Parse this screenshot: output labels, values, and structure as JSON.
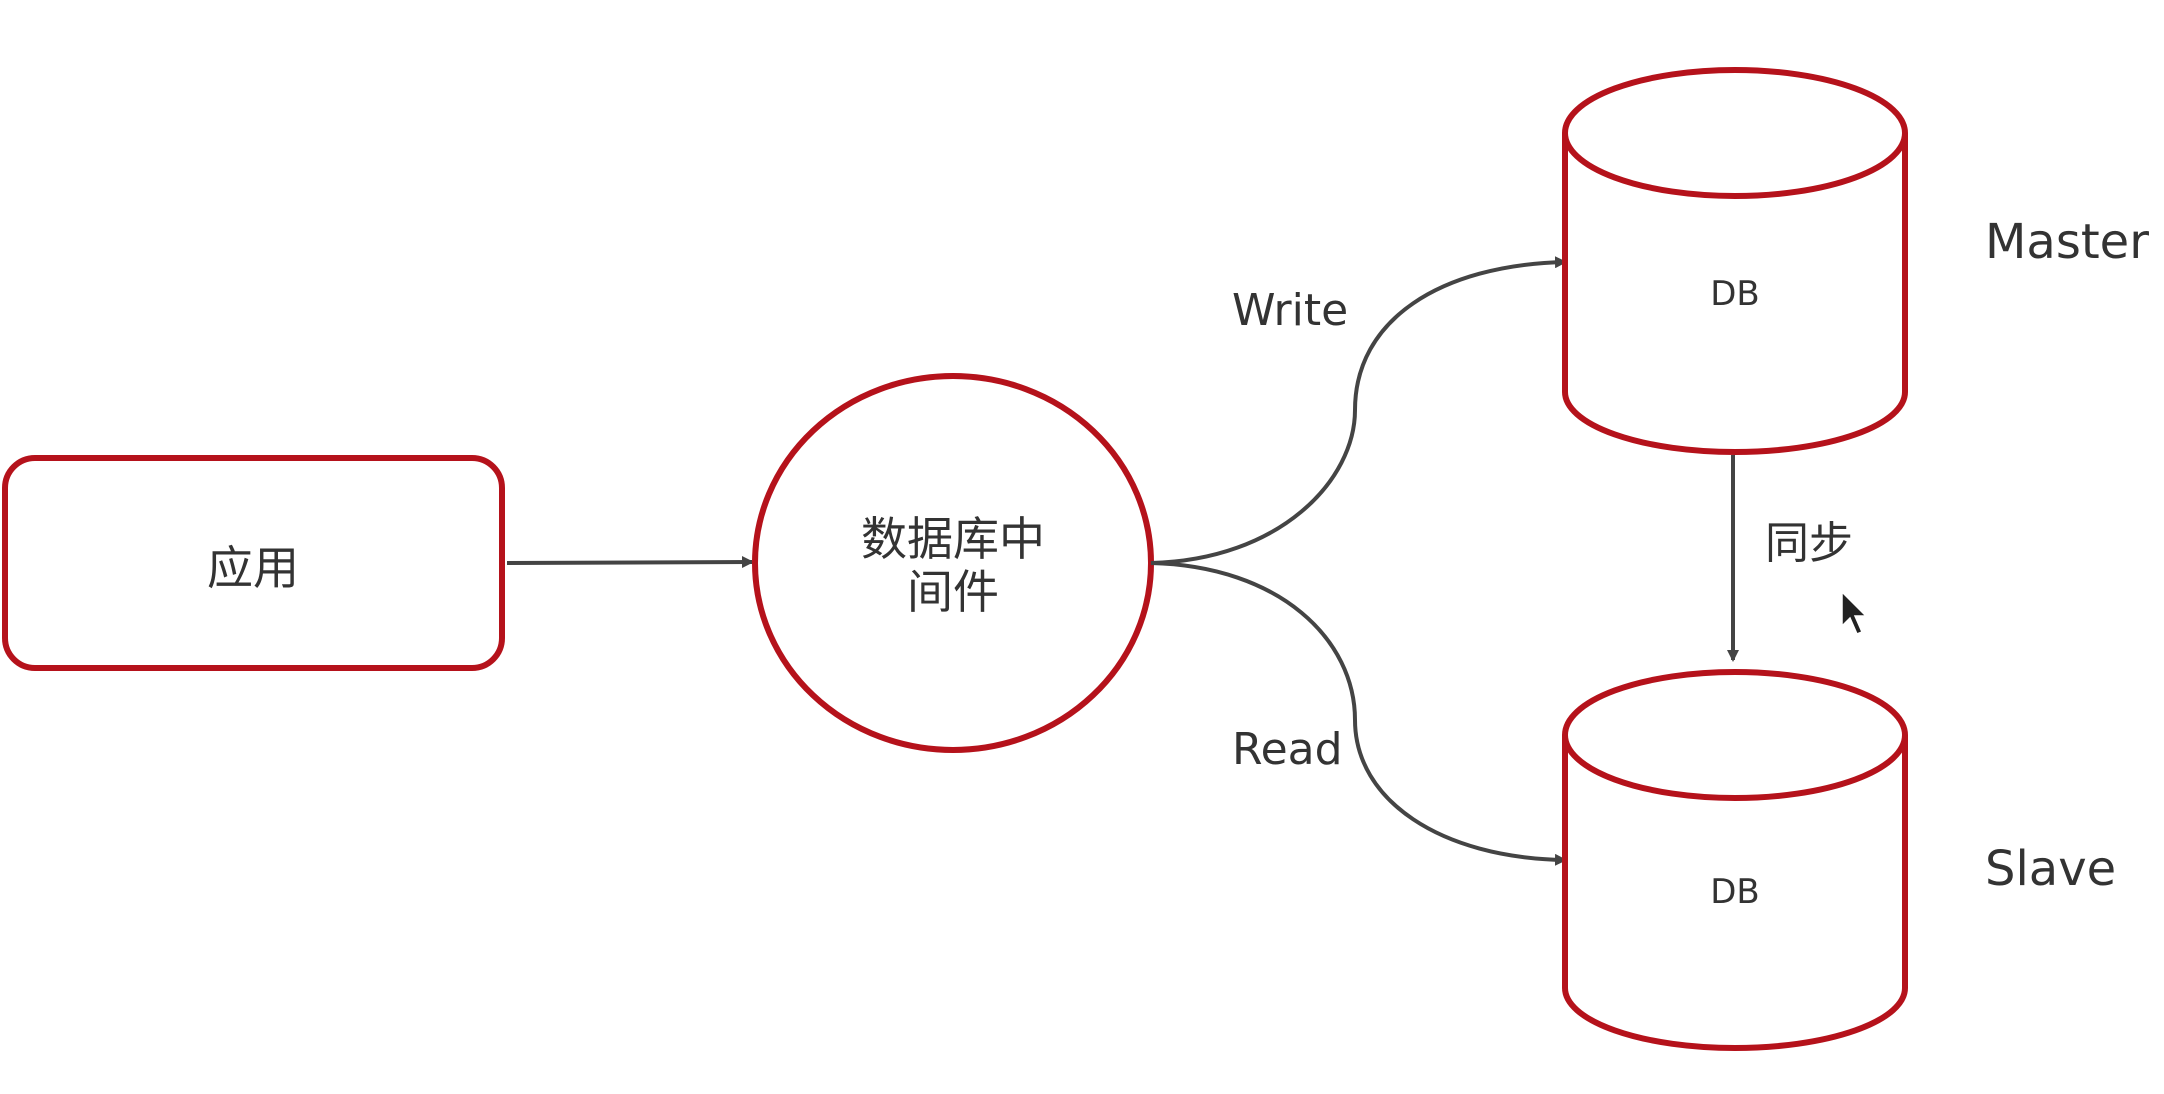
{
  "colors": {
    "node_stroke": "#b5121b",
    "edge": "#444444",
    "text": "#333333",
    "background": "#ffffff"
  },
  "nodes": {
    "app": {
      "label": "应用"
    },
    "middleware": {
      "line1": "数据库中",
      "line2": "间件"
    },
    "master_db": {
      "label": "DB",
      "role": "Master"
    },
    "slave_db": {
      "label": "DB",
      "role": "Slave"
    }
  },
  "edges": {
    "write": {
      "label": "Write"
    },
    "read": {
      "label": "Read"
    },
    "sync": {
      "label": "同步"
    }
  },
  "cursor": {
    "icon": "mouse-pointer-icon"
  }
}
